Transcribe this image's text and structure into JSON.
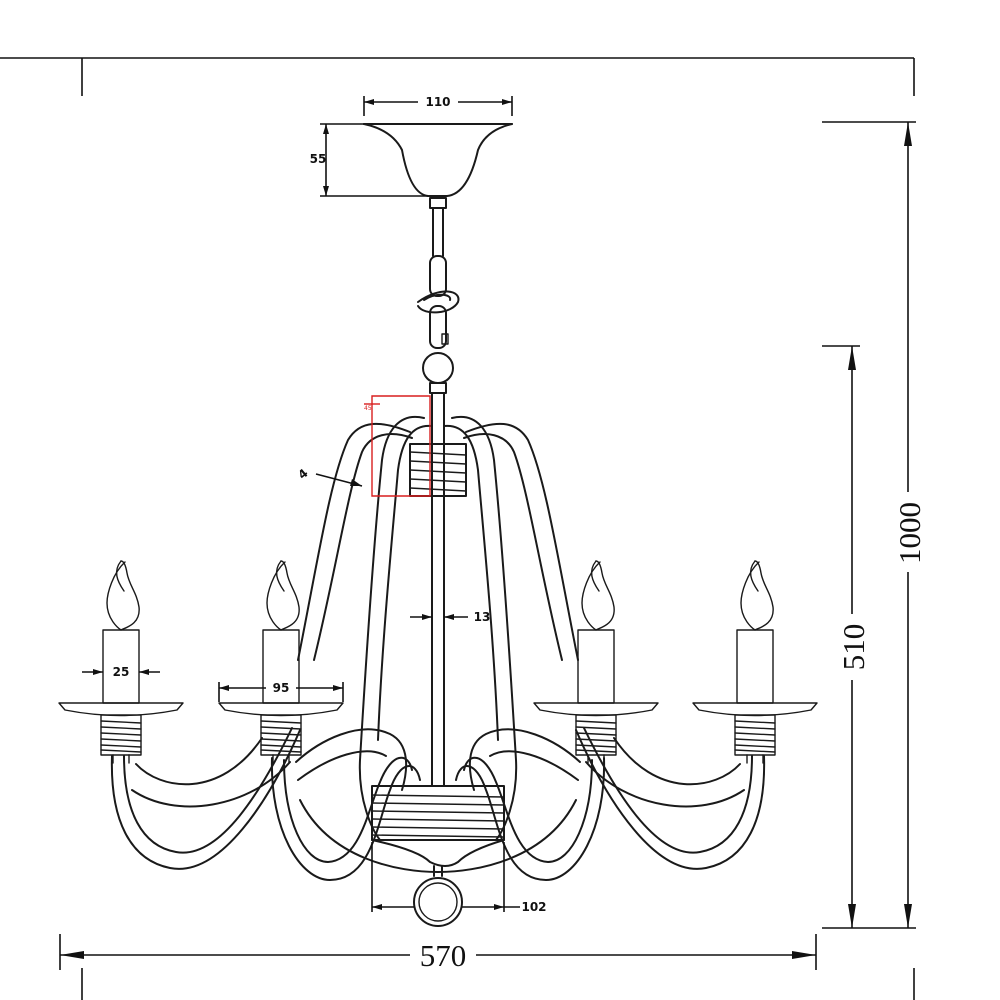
{
  "dimensions": {
    "canopy_width": "110",
    "canopy_height": "55",
    "arm_width": "4",
    "stem_diameter": "13",
    "candle_diameter": "25",
    "dripcup_diameter": "95",
    "body_diameter": "102",
    "total_height": "1000",
    "body_height": "510",
    "total_width": "570"
  },
  "detail_label": "45"
}
